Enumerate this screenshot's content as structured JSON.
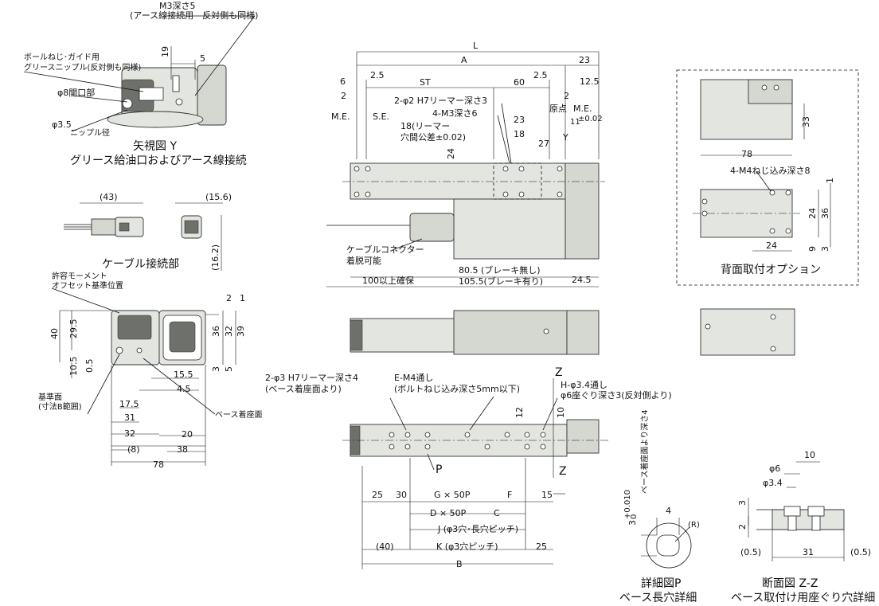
{
  "view_y": {
    "title1": "矢視図 Y",
    "title2": "グリース給油口およびアース線接続",
    "m3_note1": "M3深さ5",
    "m3_note2": "(アース線接続用　反対側も同様)",
    "nipple1": "ボールねじ･ガイド用",
    "nipple2": "グリースニップル(反対側も同様)",
    "opening": "φ8開口部",
    "nipple_dia": "φ3.5",
    "nipple_dia2": "ニップル径",
    "d19": "19",
    "d5": "5"
  },
  "cable_conn": {
    "title": "ケーブル接続部",
    "d43": "(43)",
    "d156": "(15.6)",
    "d162": "(16.2)"
  },
  "front_view": {
    "moment1": "許容モーメント",
    "moment2": "オフセット基準位置",
    "ref1": "基準面",
    "ref2": "(寸法B範囲)",
    "base_face": "ベース着座面",
    "d40": "40",
    "d295": "29.5",
    "d105": "10.5",
    "d05": "0.5",
    "d2": "2",
    "d1": "1",
    "d36": "36",
    "d32": "32",
    "d39": "39",
    "d3": "3",
    "d5": "5",
    "d155": "15.5",
    "d45": "4.5",
    "d175": "17.5",
    "d31": "31",
    "d32b": "32",
    "d20": "20",
    "d8": "(8)",
    "d38": "38",
    "d78": "78"
  },
  "top_view": {
    "L": "L",
    "A": "A",
    "d23": "23",
    "d6": "6",
    "d25a": "2.5",
    "ST": "ST",
    "d60": "60",
    "d25b": "2.5",
    "d125": "12.5",
    "d2a": "2",
    "d2b": "2",
    "me_l": "M.E.",
    "se": "S.E.",
    "origin": "原点",
    "me_r": "M.E.",
    "reamer": "2-φ2 H7リーマー深さ3",
    "m3d6": "4-M3深さ6",
    "d23b": "23",
    "d11": "11",
    "tol": "±0.02",
    "reamer_pitch1": "18(リーマー",
    "reamer_pitch2": "穴間公差±0.02)",
    "d18": "18",
    "d27": "27",
    "Y": "Y",
    "d24": "24",
    "cable1": "ケーブルコネクター",
    "cable2": "着脱可能",
    "d100": "100以上確保",
    "d805": "80.5 (ブレーキ無し)",
    "d1055": "105.5(ブレーキ有り)",
    "d245": "24.5"
  },
  "back_mount": {
    "title": "背面取付オプション",
    "d33": "33",
    "d78": "78",
    "m4": "4-M4ねじ込み深さ8",
    "d1": "1",
    "d24a": "24",
    "d36": "36",
    "d24b": "24",
    "d9": "9",
    "d3": "3"
  },
  "bottom_view": {
    "reamer1": "2-φ3 H7リーマー深さ4",
    "reamer2": "(ベース着座面より)",
    "em4_1": "E-M4通し",
    "em4_2": "(ボルトねじ込み深さ5mm以下)",
    "Z1": "Z",
    "Z2": "Z",
    "h1": "H-φ3.4通し",
    "h2": "φ6座ぐり深さ3(反対側より)",
    "d12": "12",
    "d10": "10",
    "P": "P",
    "d25": "25",
    "d30": "30",
    "G": "G × 50P",
    "F": "F",
    "d15": "15",
    "D": "D × 50P",
    "C": "C",
    "J": "J (φ3穴･長穴ピッチ)",
    "d40": "(40)",
    "K": "K (φ3穴ピッチ)",
    "d25b": "25",
    "B": "B"
  },
  "detail_p": {
    "title1": "詳細図P",
    "title2": "ベース長穴詳細",
    "depth": "ベース着座面より深さ4",
    "d3": "3",
    "tol_u": "+0.010",
    "tol_l": "0",
    "d4": "4",
    "R": "(R)"
  },
  "section_zz": {
    "title1": "断面図 Z-Z",
    "title2": "ベース取付け用座ぐり穴詳細",
    "d6": "φ6",
    "d34": "φ3.4",
    "d10": "10",
    "d3": "3",
    "d2": "2",
    "d05a": "(0.5)",
    "d31": "31",
    "d05b": "(0.5)"
  }
}
